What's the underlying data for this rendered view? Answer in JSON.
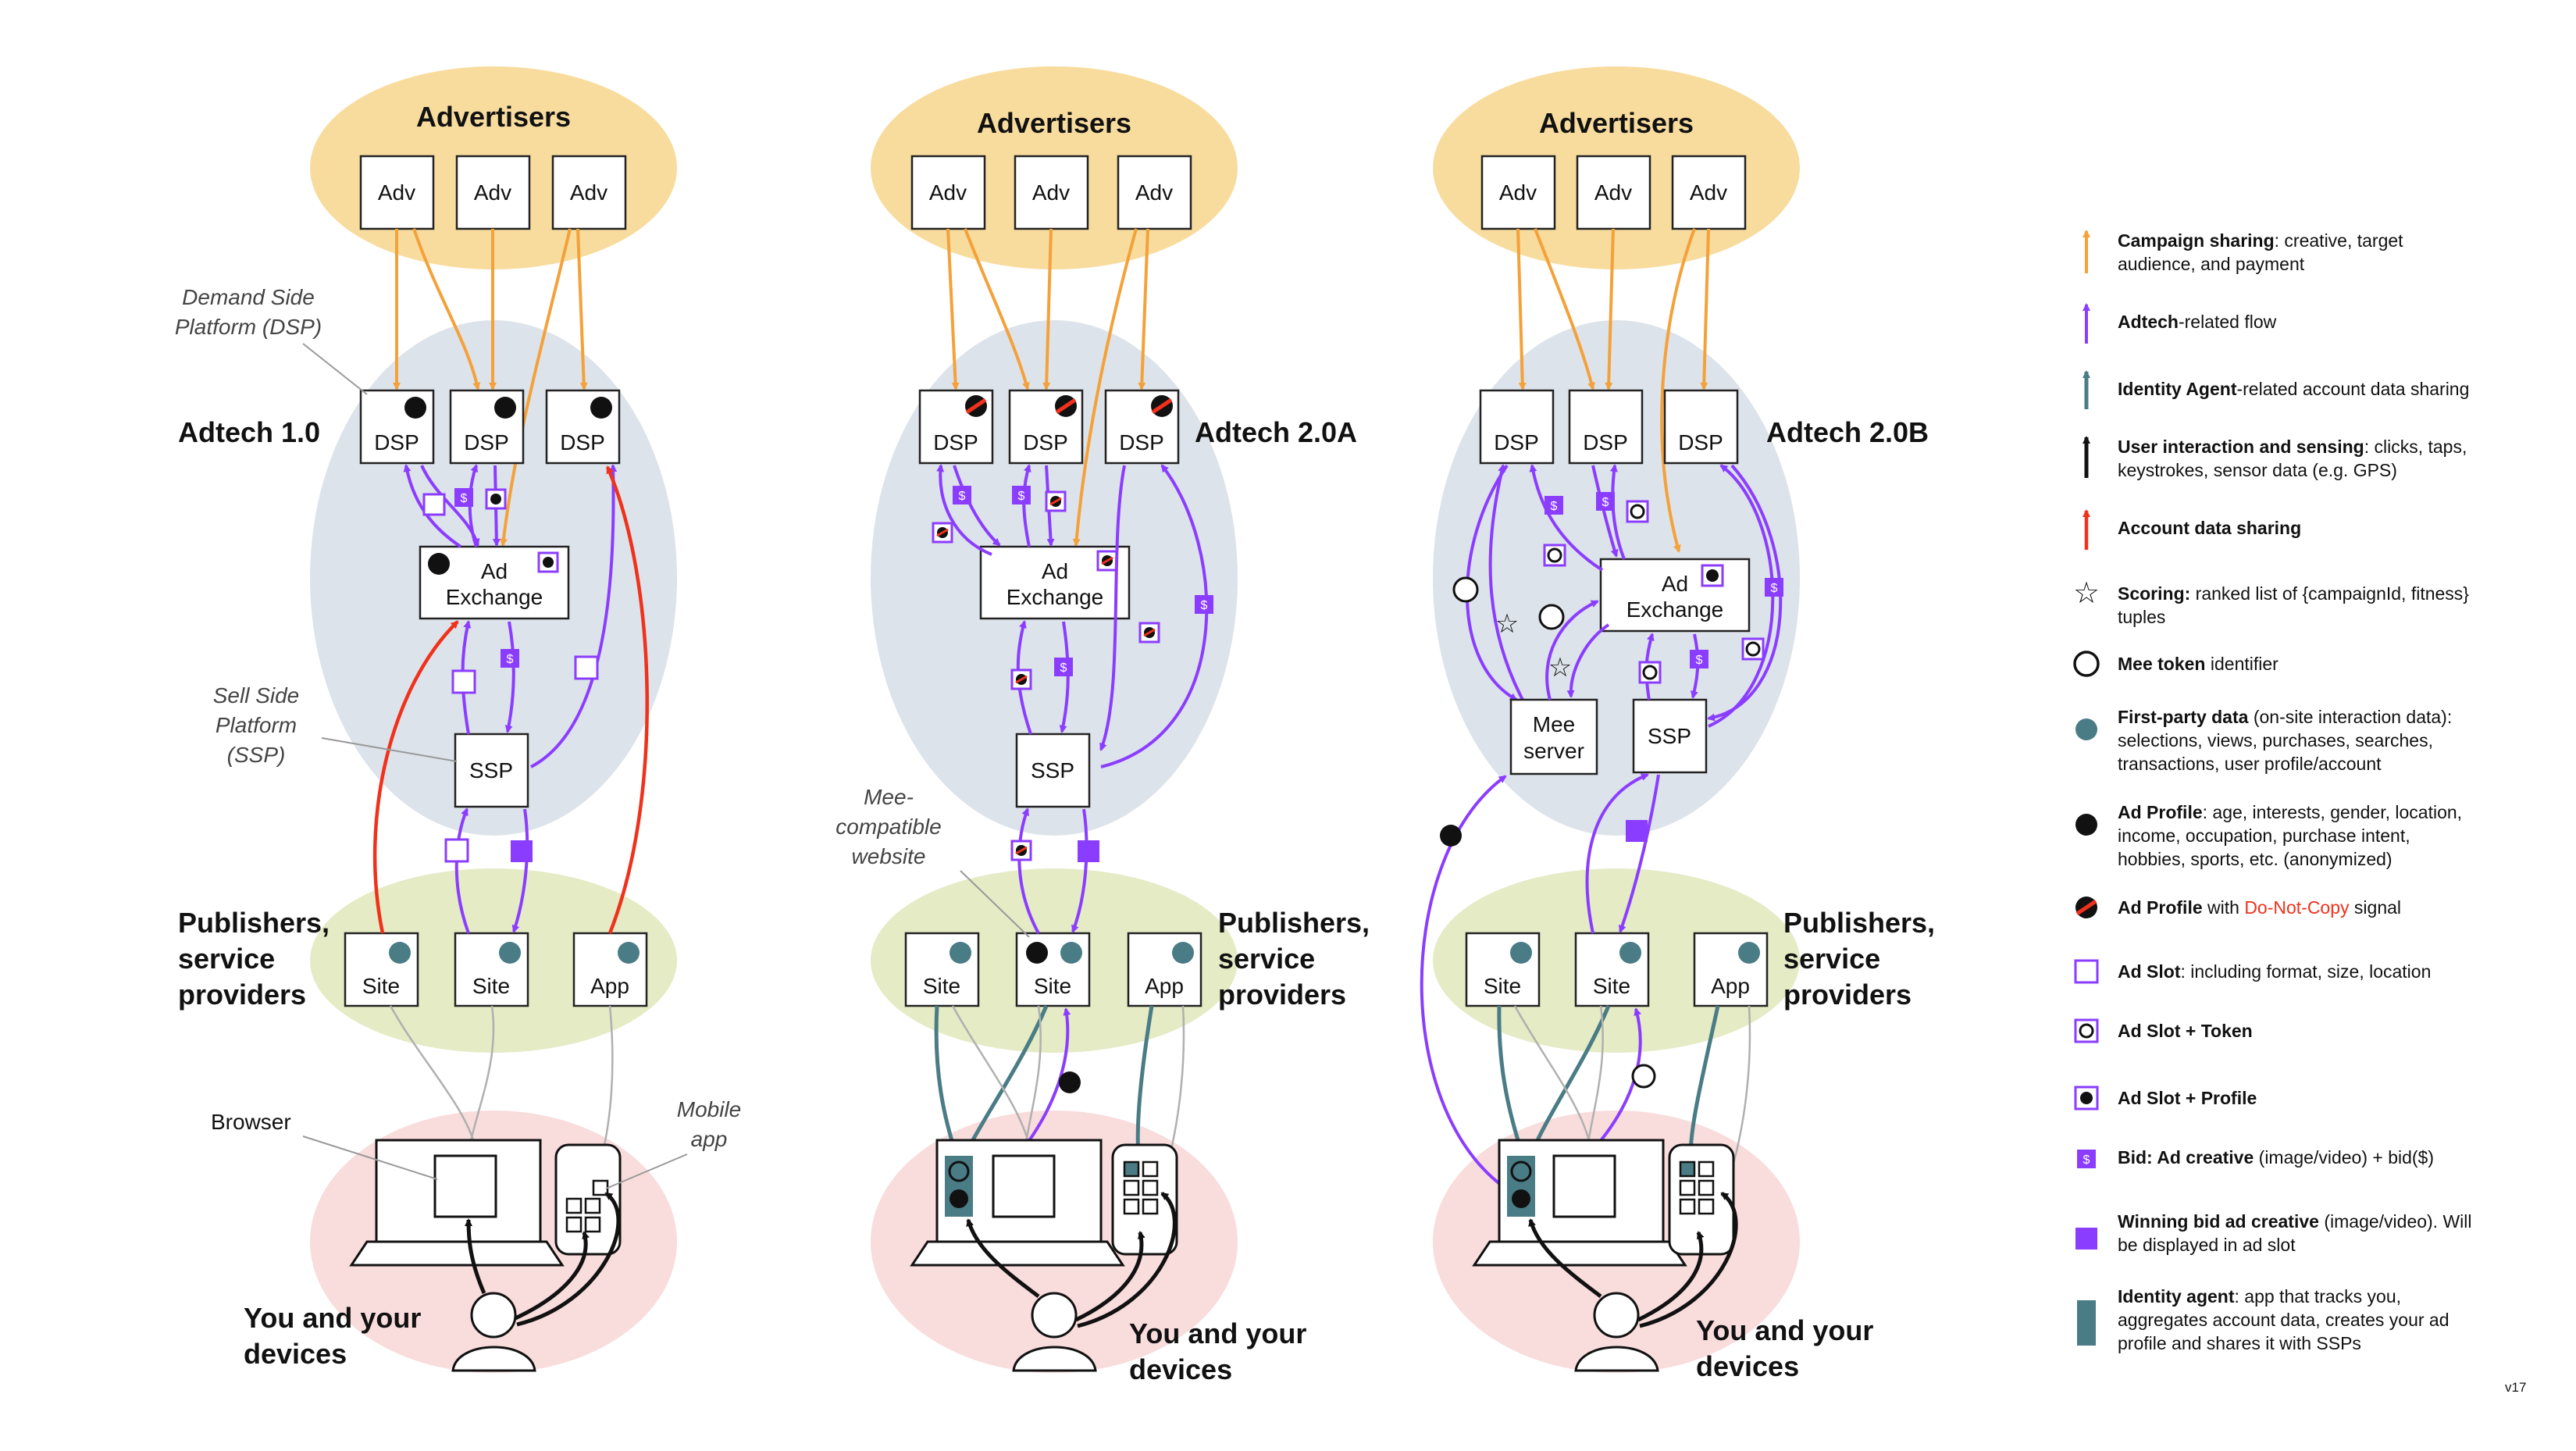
{
  "colors": {
    "advertisers_bg": "#f8dc9e",
    "adtech_bg": "#dde3ea",
    "publishers_bg": "#e4ebc5",
    "users_bg": "#f9dcdc",
    "orange": "#f4a13a",
    "purple": "#8b3dff",
    "teal": "#4a7c86",
    "red": "#f0311b"
  },
  "columns": [
    {
      "advertisers": "Advertisers",
      "adv_labels": [
        "Adv",
        "Adv",
        "Adv"
      ],
      "dsp_labels": [
        "DSP",
        "DSP",
        "DSP"
      ],
      "adtech_title": "Adtech 1.0",
      "exchange_line1": "Ad",
      "exchange_line2": "Exchange",
      "ssp_label": "SSP",
      "publishers": [
        "Publishers,",
        "service",
        "providers"
      ],
      "pub_labels": [
        "Site",
        "Site",
        "App"
      ],
      "users": [
        "You and your",
        "devices"
      ]
    },
    {
      "advertisers": "Advertisers",
      "adv_labels": [
        "Adv",
        "Adv",
        "Adv"
      ],
      "dsp_labels": [
        "DSP",
        "DSP",
        "DSP"
      ],
      "adtech_title": "Adtech 2.0A",
      "exchange_line1": "Ad",
      "exchange_line2": "Exchange",
      "ssp_label": "SSP",
      "publishers": [
        "Publishers,",
        "service",
        "providers"
      ],
      "pub_labels": [
        "Site",
        "Site",
        "App"
      ],
      "users": [
        "You and your",
        "devices"
      ]
    },
    {
      "advertisers": "Advertisers",
      "adv_labels": [
        "Adv",
        "Adv",
        "Adv"
      ],
      "dsp_labels": [
        "DSP",
        "DSP",
        "DSP"
      ],
      "adtech_title": "Adtech 2.0B",
      "exchange_line1": "Ad",
      "exchange_line2": "Exchange",
      "ssp_label": "SSP",
      "mee_line1": "Mee",
      "mee_line2": "server",
      "publishers": [
        "Publishers,",
        "service",
        "providers"
      ],
      "pub_labels": [
        "Site",
        "Site",
        "App"
      ],
      "users": [
        "You and your",
        "devices"
      ]
    }
  ],
  "annotations": {
    "dsp": [
      "Demand Side",
      "Platform (DSP)"
    ],
    "ssp": [
      "Sell Side",
      "Platform",
      "(SSP)"
    ],
    "browser": "Browser",
    "mobile": [
      "Mobile",
      "app"
    ],
    "mee_site": [
      "Mee-",
      "compatible",
      "website"
    ]
  },
  "legend": [
    {
      "icon": "orange-arrow",
      "bold": "Campaign sharing",
      "text": ": creative, target",
      "line2": "audience, and payment"
    },
    {
      "icon": "purple-arrow",
      "bold": "Adtech",
      "text": "-related flow"
    },
    {
      "icon": "teal-arrow",
      "bold": "Identity Agent",
      "text": "-related account data sharing"
    },
    {
      "icon": "black-arrow",
      "bold": "User interaction and sensing",
      "text": ": clicks, taps,",
      "line2": "keystrokes, sensor data (e.g. GPS)"
    },
    {
      "icon": "red-arrow",
      "bold": "Account data sharing",
      "text": ""
    },
    {
      "icon": "star",
      "bold": "Scoring:",
      "text": " ranked list of {campaignId, fitness}",
      "line2": "tuples"
    },
    {
      "icon": "token-circle",
      "bold": "Mee token",
      "text": " identifier"
    },
    {
      "icon": "teal-dot",
      "bold": "First-party data",
      "text": " (on-site interaction data):",
      "line2": "selections, views, purchases, searches,",
      "line3": "transactions, user profile/account"
    },
    {
      "icon": "black-dot",
      "bold": "Ad Profile",
      "text": ": age, interests, gender, location,",
      "line2": "income, occupation, purchase intent,",
      "line3": "hobbies, sports, etc. (anonymized)"
    },
    {
      "icon": "dnc-dot",
      "bold": "Ad Profile",
      "text": " with ",
      "red": "Do-Not-Copy",
      "after": " signal"
    },
    {
      "icon": "slot-square",
      "bold": "Ad Slot",
      "text": ": including format, size, location"
    },
    {
      "icon": "slot-token",
      "bold": "Ad Slot + Token",
      "text": ""
    },
    {
      "icon": "slot-profile",
      "bold": "Ad Slot + Profile",
      "text": ""
    },
    {
      "icon": "bid-square",
      "bold": "Bid: Ad creative",
      "text": " (image/video) + bid($)"
    },
    {
      "icon": "winning-square",
      "bold": "Winning bid ad creative",
      "text": " (image/video). Will",
      "line2": "be displayed in ad slot"
    },
    {
      "icon": "identity-agent",
      "bold": "Identity agent",
      "text": ": app that tracks you,",
      "line2": "aggregates account data, creates your ad",
      "line3": "profile and shares it with SSPs"
    }
  ],
  "version": "v17",
  "icons": {
    "bid": "$"
  }
}
